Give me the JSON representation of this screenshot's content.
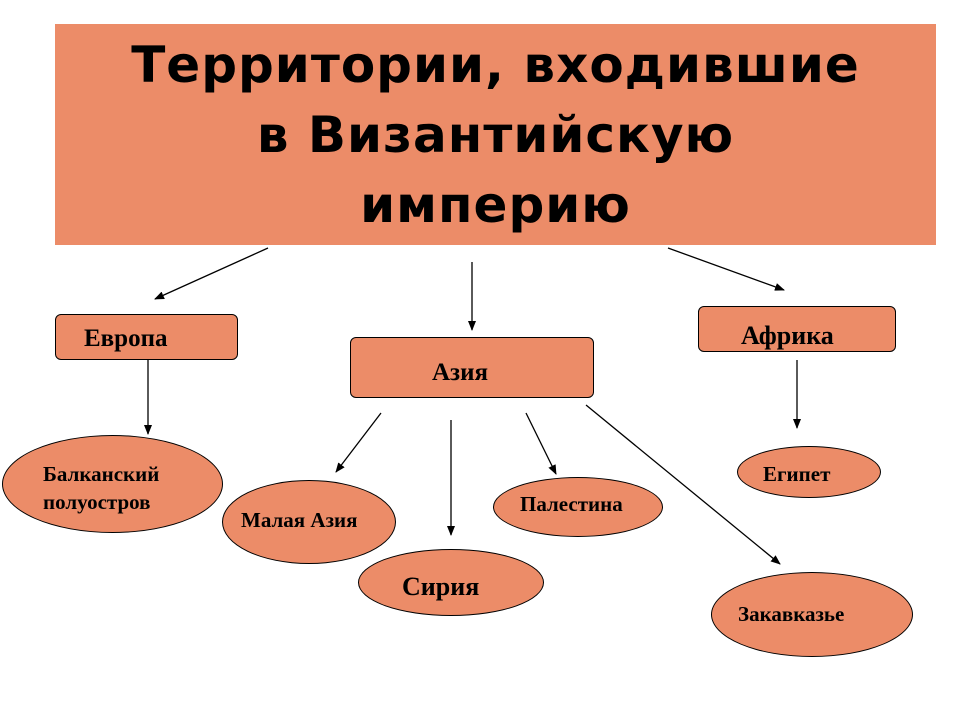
{
  "title": "Территории, входившие\nв Византийскую\nимперию",
  "regions": {
    "europe": "Европа",
    "asia": "Азия",
    "africa": "Африка"
  },
  "territories": {
    "balkan": "Балканский\nполуостров",
    "asia_minor": "Малая Азия",
    "syria": "Сирия",
    "palestine": "Палестина",
    "transcaucasia": "Закавказье",
    "egypt": "Египет"
  },
  "colors": {
    "fill": "#EC8C68",
    "stroke": "#000000"
  }
}
